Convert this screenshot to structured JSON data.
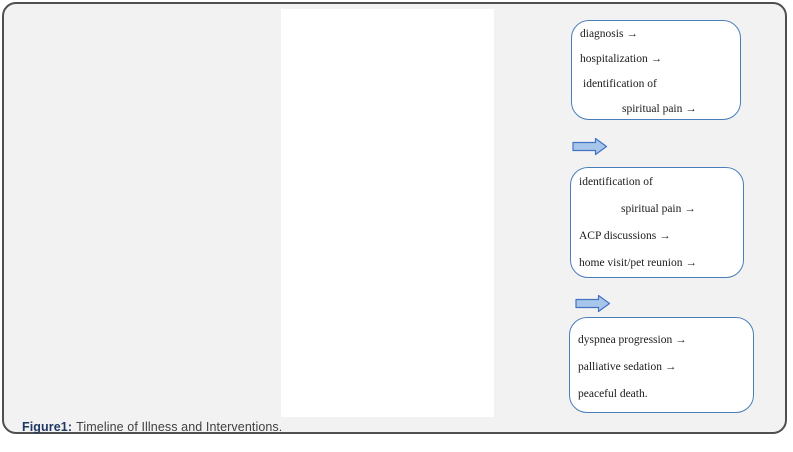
{
  "colors": {
    "panel_bg": "#f2f2f2",
    "panel_border": "#4f4f4f",
    "box_border": "#4a7ebb",
    "arrow_fill": "#a8c6ea",
    "arrow_stroke": "#4472c4",
    "caption_label_color": "#1f3864",
    "caption_text_color": "#404040"
  },
  "diagram": {
    "boxes": [
      {
        "lines": [
          {
            "text": "diagnosis →"
          },
          {
            "text": "hospitalization →"
          },
          {
            "text": "identification of"
          },
          {
            "text": "spiritual pain →"
          }
        ]
      },
      {
        "lines": [
          {
            "text": "identification of"
          },
          {
            "text": "spiritual pain →"
          },
          {
            "text": "ACP discussions →"
          },
          {
            "text": "home visit/pet reunion →"
          }
        ]
      },
      {
        "lines": [
          {
            "text": "dyspnea progression →"
          },
          {
            "text": "palliative sedation →"
          },
          {
            "text": "peaceful death."
          }
        ]
      }
    ]
  },
  "caption": {
    "label": "Figure1:",
    "text": "Timeline of Illness and Interventions."
  }
}
